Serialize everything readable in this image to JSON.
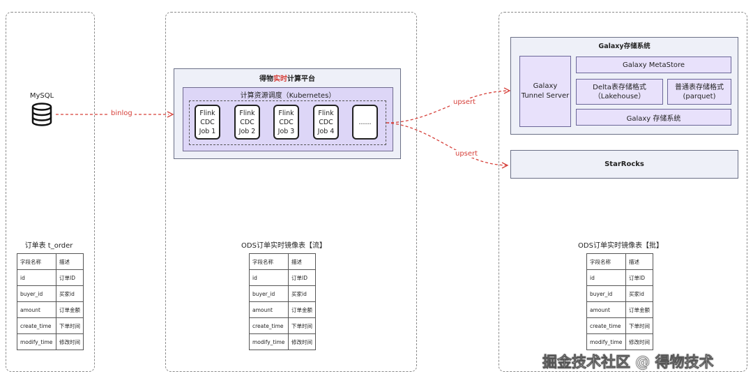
{
  "left_panel": {
    "db_label": "MySQL",
    "table_title": "订单表 t_order",
    "table_headers": [
      "字段名称",
      "描述"
    ],
    "table_rows": [
      [
        "id",
        "订单ID"
      ],
      [
        "buyer_id",
        "买家id"
      ],
      [
        "amount",
        "订单金额"
      ],
      [
        "create_time",
        "下单时间"
      ],
      [
        "modify_time",
        "修改时间"
      ]
    ]
  },
  "edges": {
    "binlog": "binlog",
    "upsert_top": "upsert",
    "upsert_bottom": "upsert"
  },
  "middle_panel": {
    "platform_title_prefix": "得物",
    "platform_title_highlight": "实时",
    "platform_title_suffix": "计算平台",
    "scheduler_title": "计算资源调度（Kubernetes）",
    "jobs": [
      "Flink\nCDC\nJob 1",
      "Flink\nCDC\nJob 2",
      "Flink\nCDC\nJob 3",
      "Flink\nCDC\nJob 4",
      "......"
    ],
    "table_title": "ODS订单实时镜像表【流】",
    "table_headers": [
      "字段名称",
      "描述"
    ],
    "table_rows": [
      [
        "id",
        "订单ID"
      ],
      [
        "buyer_id",
        "买家id"
      ],
      [
        "amount",
        "订单金额"
      ],
      [
        "create_time",
        "下单时间"
      ],
      [
        "modify_time",
        "修改时间"
      ]
    ]
  },
  "right_panel": {
    "galaxy_title": "Galaxy存储系统",
    "tunnel_server": "Galaxy\nTunnel Server",
    "metastore": "Galaxy MetaStore",
    "delta_format": "Delta表存储格式\n（Lakehouse）",
    "normal_format": "普通表存储格式\n(parquet)",
    "storage_system": "Galaxy 存储系统",
    "starrocks": "StarRocks",
    "table_title": "ODS订单实时镜像表【批】",
    "table_headers": [
      "字段名称",
      "描述"
    ],
    "table_rows": [
      [
        "id",
        "订单ID"
      ],
      [
        "buyer_id",
        "买家id"
      ],
      [
        "amount",
        "订单金额"
      ],
      [
        "create_time",
        "下单时间"
      ],
      [
        "modify_time",
        "修改时间"
      ]
    ]
  },
  "watermark": "掘金技术社区 @ 得物技术",
  "colors": {
    "accent_red": "#d6403a",
    "purple_fill": "#ddd6f7",
    "gray_fill": "#eef0f8"
  }
}
